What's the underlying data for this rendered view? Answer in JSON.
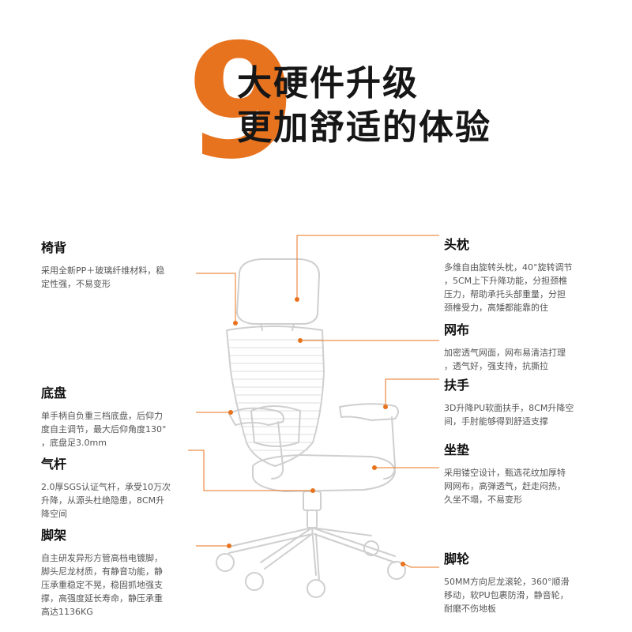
{
  "header": {
    "number": "9",
    "line1": "大硬件升级",
    "line2": "更加舒适的体验"
  },
  "features": {
    "backrest": {
      "title": "椅背",
      "desc": [
        "采用全新PP＋玻璃纤维材料，稳",
        "定性强，不易变形"
      ]
    },
    "base": {
      "title": "底盘",
      "desc": [
        "单手柄自负重三档底盘，后仰力",
        "度自主调节，最大后仰角度130°",
        "，底盘足3.0mm"
      ]
    },
    "gaslift": {
      "title": "气杆",
      "desc": [
        "2.0厚SGS认证气杆，承受10万次",
        "升降，从源头杜绝隐患，8CM升",
        "降空间"
      ]
    },
    "legs": {
      "title": "脚架",
      "desc": [
        "自主研发异形方管高档电镀脚，",
        "脚头尼龙材质，有静音功能，静",
        "压承重稳定不晃，稳固抓地强支",
        "撑，高强度延长寿命，静压承重",
        "高达1136KG"
      ]
    },
    "headrest": {
      "title": "头枕",
      "desc": [
        "多维自由旋转头枕，40°旋转调节",
        "，5CM上下升降功能，分担颈椎",
        "压力，帮助承托头部重量，分担",
        "颈椎受力，高矮都能靠的住"
      ]
    },
    "mesh": {
      "title": "网布",
      "desc": [
        "加密透气网面，网布易清洁打理",
        "，透气好，强支持，抗撕拉"
      ]
    },
    "armrest": {
      "title": "扶手",
      "desc": [
        "3D升降PU软面扶手，8CM升降空",
        "间，手肘能够得到舒适支撑"
      ]
    },
    "seat": {
      "title": "坐垫",
      "desc": [
        "采用镂空设计，甄选花纹加厚特",
        "网网布，高弹透气，赶走闷热，",
        "久坐不塌，不易变形"
      ]
    },
    "caster": {
      "title": "脚轮",
      "desc": [
        "50MM方向尼龙滚轮，360°顺滑",
        "移动，软PU包裹防滑，静音轮，",
        "耐磨不伤地板"
      ]
    }
  },
  "colors": {
    "accent": "#e8731f",
    "chair_line": "#cfcfcf"
  }
}
